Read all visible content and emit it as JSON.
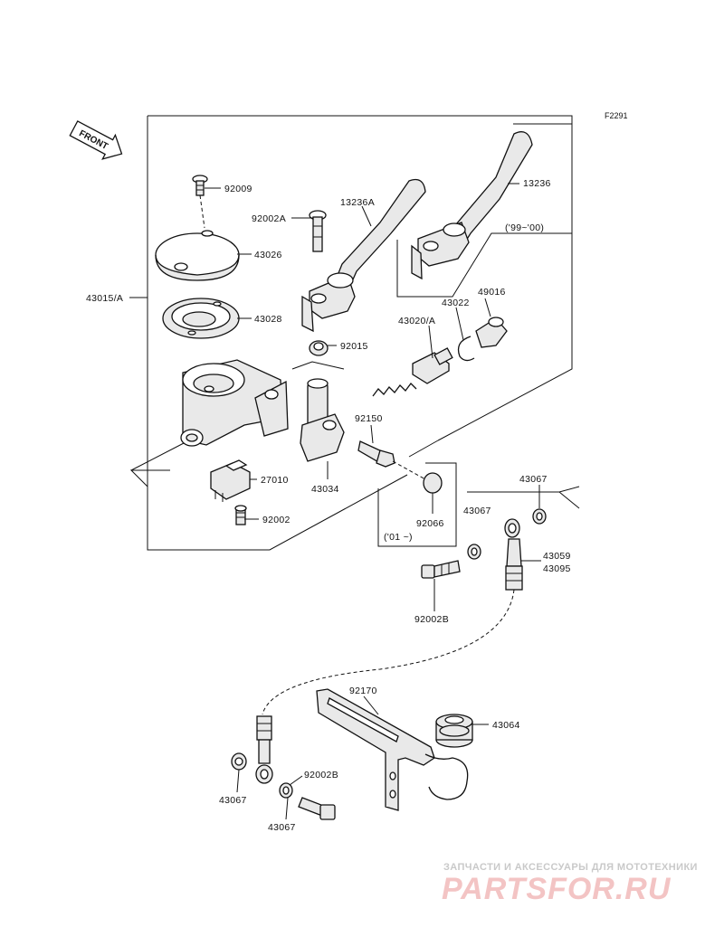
{
  "diagram_code": "F2291",
  "front_arrow": {
    "text": "FRONT",
    "icon": "front-arrow-icon"
  },
  "labels": {
    "l92009": "92009",
    "l92002A": "92002A",
    "l13236A": "13236A",
    "l13236": "13236",
    "range9900": "('99~'00)",
    "l43026": "43026",
    "l43015A": "43015/A",
    "l43028": "43028",
    "l43022": "43022",
    "l49016": "49016",
    "l43020A": "43020/A",
    "l92015": "92015",
    "l92150": "92150",
    "l27010": "27010",
    "l43034": "43034",
    "l43067a": "43067",
    "l43067b": "43067",
    "l92066": "92066",
    "range01": "('01 ~)",
    "l92002": "92002",
    "l43059": "43059",
    "l43095": "43095",
    "l92002B": "92002B",
    "l92170": "92170",
    "l43064": "43064",
    "l43067c": "43067",
    "l92002B2": "92002B",
    "l43067d": "43067"
  },
  "watermark": {
    "line1": "ЗАПЧАСТИ И АКСЕССУАРЫ ДЛЯ МОТОТЕХНИКИ",
    "line2": "PARTSFOR.RU"
  },
  "colors": {
    "ink": "#111111",
    "watermark_red": "#f3c4c4",
    "watermark_grey": "#c9c9c9"
  }
}
